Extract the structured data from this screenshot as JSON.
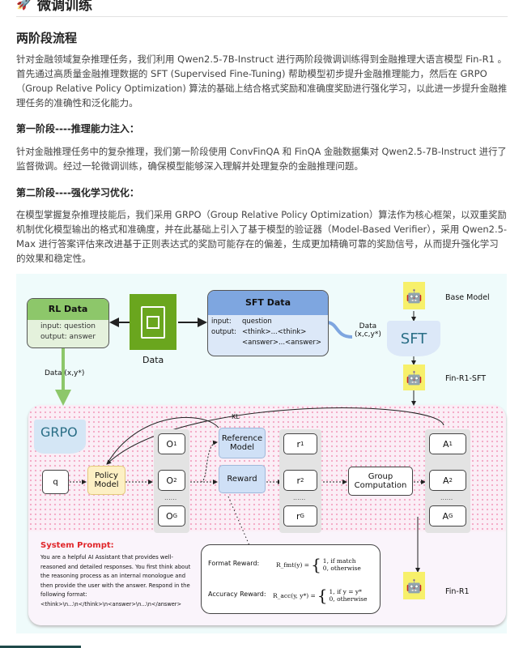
{
  "header": {
    "title": "微调训练",
    "icon": "rocket-icon"
  },
  "section": {
    "title": "两阶段流程",
    "intro": [
      "针对金融领域复杂推理任务，我们利用 Qwen2.5-7B-Instruct 进行两阶段微调训练得到金融推理大语言模型 Fin-R1 。",
      "首先通过高质量金融推理数据的 SFT (Supervised Fine-Tuning) 帮助模型初步提升金融推理能力，然后在 GRPO",
      "（Group Relative Policy Optimization) 算法的基础上结合格式奖励和准确度奖励进行强化学习，以此进一步提升金融推",
      "理任务的准确性和泛化能力。"
    ],
    "stage1": {
      "title": "第一阶段----推理能力注入：",
      "lines": [
        "针对金融推理任务中的复杂推理，我们第一阶段使用 ConvFinQA 和 FinQA 金融数据集对 Qwen2.5-7B-Instruct 进行了",
        "监督微调。经过一轮微调训练，确保模型能够深入理解并处理复杂的金融推理问题。"
      ]
    },
    "stage2": {
      "title": "第二阶段----强化学习优化：",
      "lines": [
        "在模型掌握复杂推理技能后，我们采用 GRPO（Group Relative Policy Optimization）算法作为核心框架，以双重奖励",
        "机制优化模型输出的格式和准确度，并在此基础上引入了基于模型的验证器（Model-Based Verifier），采用 Qwen2.5-",
        "Max 进行答案评估来改进基于正则表达式的奖励可能存在的偏差，生成更加精确可靠的奖励信号，从而提升强化学习",
        "的效果和稳定性。"
      ]
    }
  },
  "diagram": {
    "rl_data": {
      "title": "RL Data",
      "input": "input: question",
      "output": "output: answer"
    },
    "data_label": "Data",
    "sft_data": {
      "title": "SFT Data",
      "input_key": "input:",
      "input_val": "question",
      "output_key": "output:",
      "output_val1": "<think>...<think>",
      "output_val2": "<answer>...<answer>"
    },
    "sft_arrow_label1": "Data",
    "sft_arrow_label2": "(x,c,y*)",
    "sft": "SFT",
    "base_model": "Base Model",
    "fin_r1_sft": "Fin-R1-SFT",
    "fin_r1": "Fin-R1",
    "rl_arrow_label": "Data (x,y*)",
    "grpo": "GRPO",
    "q": "q",
    "policy_model": "Policy Model",
    "kl": "KL",
    "reference_model": "Reference Model",
    "reward": "Reward",
    "group_computation": "Group Computation",
    "ellipsis": "......",
    "outputs": [
      {
        "m": "O",
        "s": "1"
      },
      {
        "m": "O",
        "s": "2"
      },
      {
        "m": "O",
        "s": "G"
      }
    ],
    "rewards": [
      {
        "m": "r",
        "s": "1"
      },
      {
        "m": "r",
        "s": "2"
      },
      {
        "m": "r",
        "s": "G"
      }
    ],
    "advantages": [
      {
        "m": "A",
        "s": "1"
      },
      {
        "m": "A",
        "s": "2"
      },
      {
        "m": "A",
        "s": "G"
      }
    ],
    "system_prompt": {
      "title": "System Prompt:",
      "text": "You are a helpful AI Assistant that provides well-reasoned and detailed responses. You first think about the reasoning process as an internal monologue and then provide the user with the answer. Respond in the following format:",
      "format": "<think>\\n...\\n</think>\\n<answer>\\n...\\n</answer>"
    },
    "format_reward": {
      "label": "Format Reward:",
      "lhs": "R_fmt(y) =",
      "c1": "1,   if match",
      "c2": "0,   otherwise"
    },
    "accuracy_reward": {
      "label": "Accuracy Reward:",
      "lhs": "R_acc(y, y*) =",
      "c1": "1,   if y = y*",
      "c2": "0,   otherwise"
    }
  },
  "colors": {
    "rl_green": "#8dc76a",
    "data_green": "#6aa61e",
    "sft_blue": "#7ea6e0",
    "robot_yellow": "#f7f06a",
    "policy_yellow": "#fdf0c4",
    "reward_blue": "#cfe0f6",
    "prompt_red": "#e0262a"
  }
}
